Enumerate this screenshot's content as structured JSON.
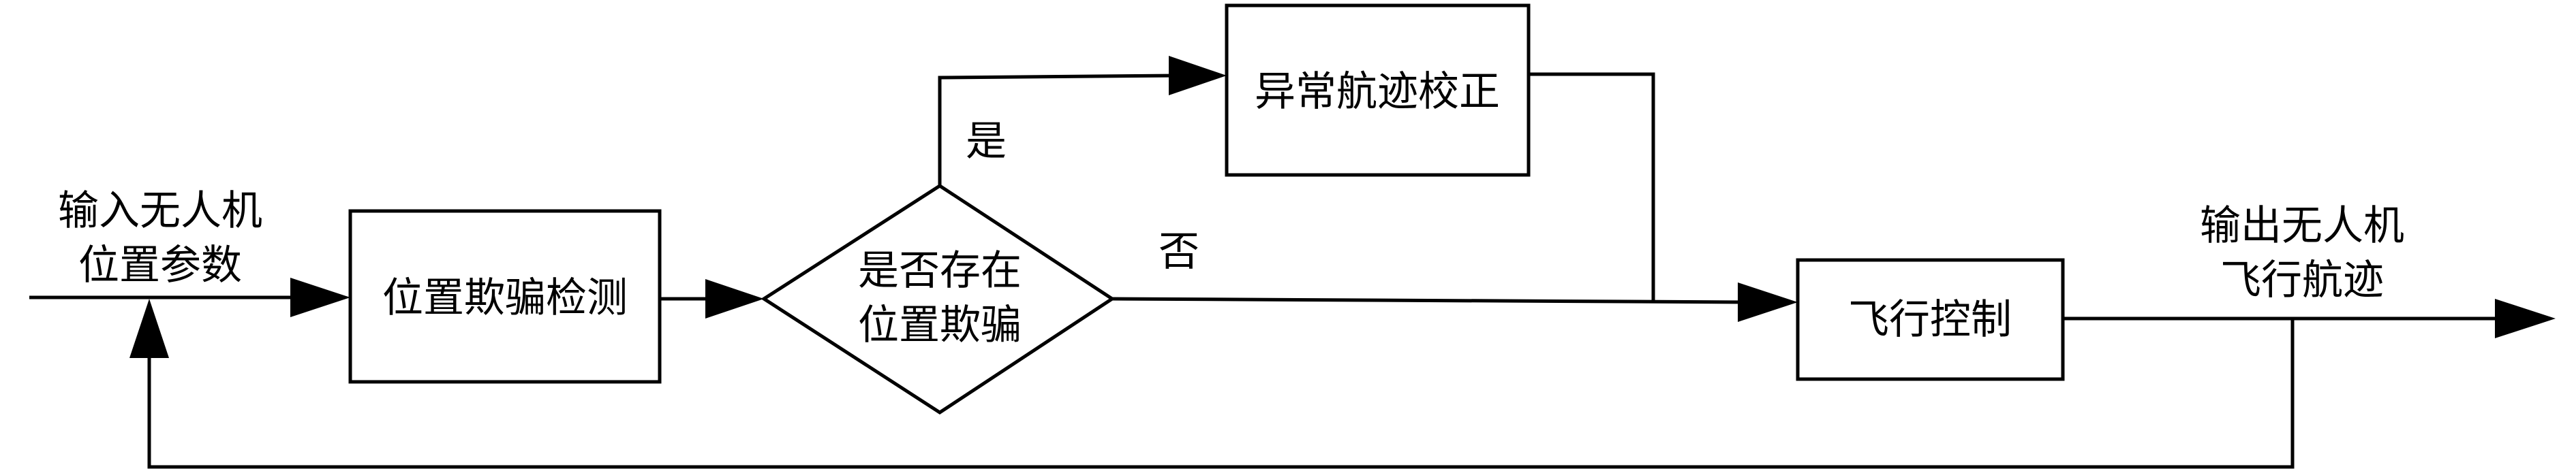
{
  "input_label": {
    "line1": "输入无人机",
    "line2": "位置参数"
  },
  "nodes": {
    "detect": "位置欺骗检测",
    "decision": {
      "line1": "是否存在",
      "line2": "位置欺骗"
    },
    "correct": "异常航迹校正",
    "control": "飞行控制"
  },
  "edges": {
    "yes": "是",
    "no": "否"
  },
  "output_label": {
    "line1": "输出无人机",
    "line2": "飞行航迹"
  }
}
